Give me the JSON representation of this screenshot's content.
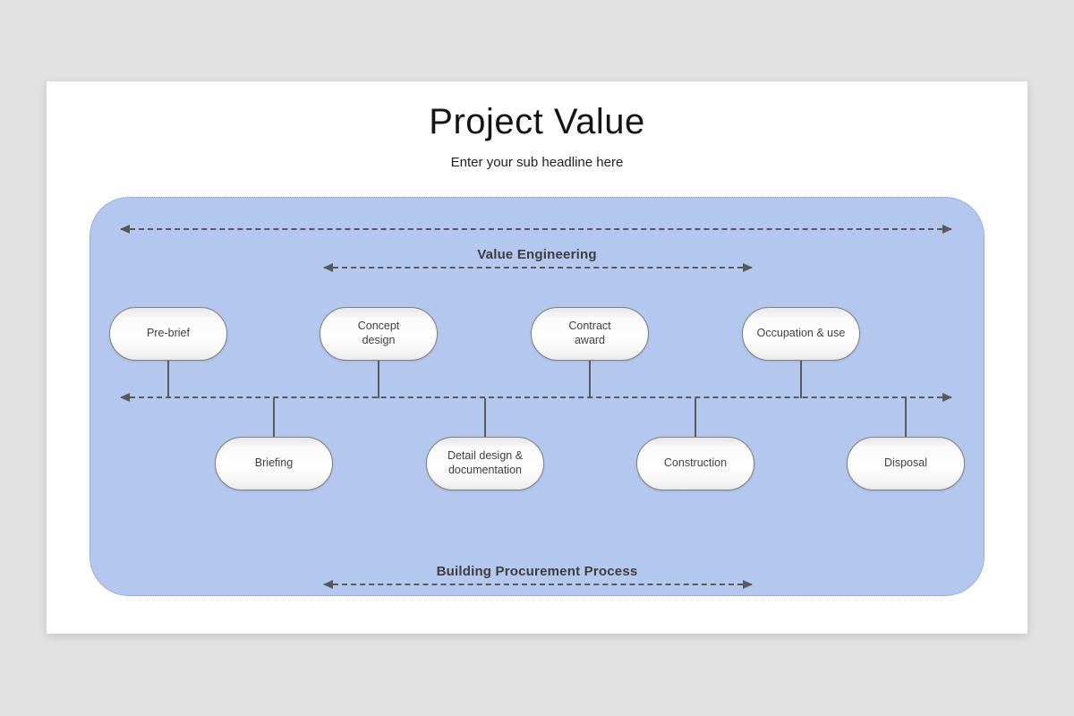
{
  "slide": {
    "title": "Project Value",
    "subtitle": "Enter your sub headline here"
  },
  "diagram": {
    "top_label": "Value Engineering",
    "bottom_label": "Building Procurement Process",
    "top_row": [
      "Pre-brief",
      "Concept\ndesign",
      "Contract\naward",
      "Occupation & use"
    ],
    "bottom_row": [
      "Briefing",
      "Detail design &\ndocumentation",
      "Construction",
      "Disposal"
    ],
    "colors": {
      "panel_fill": "#b4c7ee",
      "panel_border": "#8693c0",
      "arrow_line": "#595959",
      "pill_border": "#7f7f7f",
      "pill_fill": "#ffffff",
      "label_text": "#3d3d3d",
      "page_background": "#e3e2e2"
    }
  }
}
